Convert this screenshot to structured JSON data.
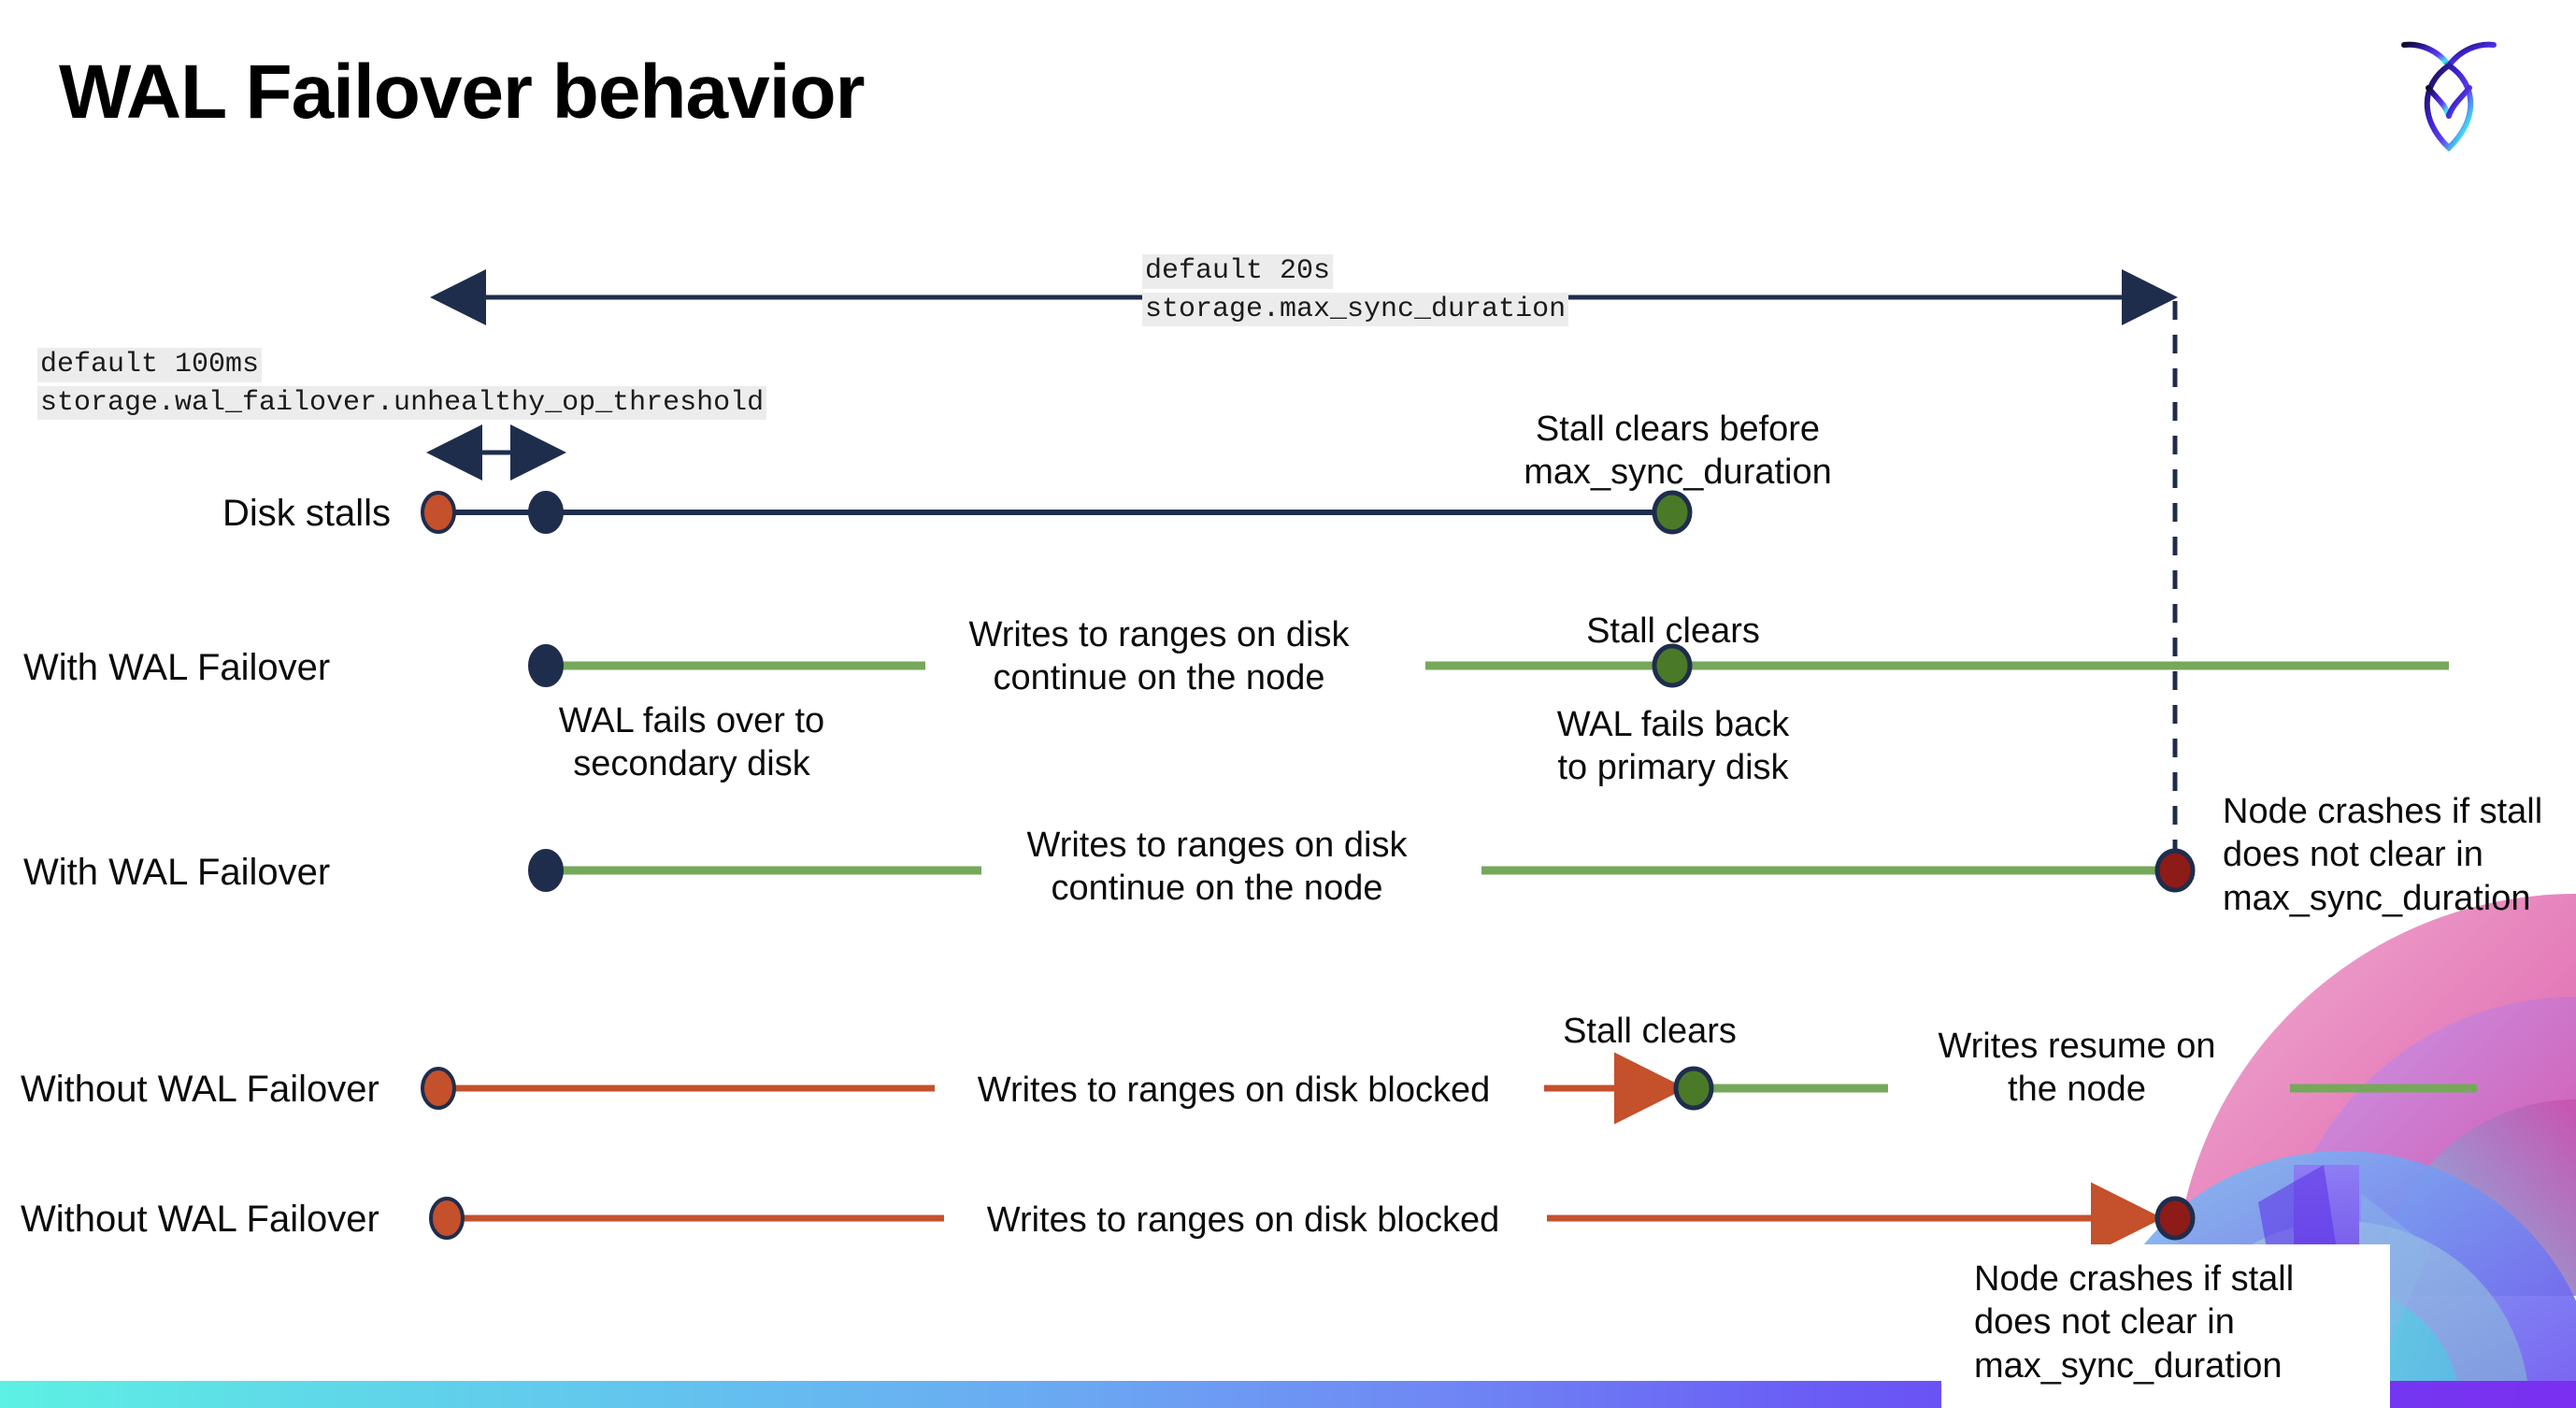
{
  "slide": {
    "title": "WAL Failover behavior",
    "logo_name": "cockroachdb-logo",
    "background": "#ffffff"
  },
  "colors": {
    "navy": "#1f2d4d",
    "green_line": "#76a85a",
    "green_dot": "#4a7a28",
    "orange_line": "#c4502c",
    "orange_dot": "#c4502c",
    "red_dot": "#8d1b17",
    "code_bg": "#ececec",
    "text": "#0c0c0c"
  },
  "settings": {
    "max_sync_duration": {
      "default_label": "default 20s",
      "setting_name": "storage.max_sync_duration"
    },
    "unhealthy_op_threshold": {
      "default_label": "default 100ms",
      "setting_name": "storage.wal_failover.unhealthy_op_threshold"
    }
  },
  "rows": [
    {
      "label": "Disk stalls",
      "annotations": [
        "Stall clears before\nmax_sync_duration"
      ]
    },
    {
      "label": "With WAL Failover",
      "annotations": [
        "Writes to ranges on disk\ncontinue on the node",
        "Stall clears",
        "WAL fails over to\nsecondary disk",
        "WAL fails  back\nto primary disk"
      ]
    },
    {
      "label": "With WAL Failover",
      "annotations": [
        "Writes to ranges on disk\ncontinue on the node",
        "Node crashes if stall\ndoes not clear in\nmax_sync_duration"
      ]
    },
    {
      "label": "Without WAL Failover",
      "annotations": [
        "Writes to ranges on disk  blocked",
        "Stall clears",
        "Writes resume on\nthe node"
      ]
    },
    {
      "label": "Without WAL Failover",
      "annotations": [
        "Writes to ranges on disk  blocked",
        "Node crashes if stall\ndoes not clear in\nmax_sync_duration"
      ]
    }
  ],
  "annotations": {
    "stall_clears_before": "Stall clears before\nmax_sync_duration",
    "stall_clears": "Stall clears",
    "writes_continue": "Writes to ranges on disk\ncontinue on the node",
    "wal_fails_over": "WAL fails over to\nsecondary disk",
    "wal_fails_back": "WAL fails  back\nto primary disk",
    "node_crashes": "Node crashes if stall\ndoes not clear in\nmax_sync_duration",
    "writes_blocked": "Writes to ranges on disk  blocked",
    "writes_resume": "Writes resume on\nthe node"
  }
}
